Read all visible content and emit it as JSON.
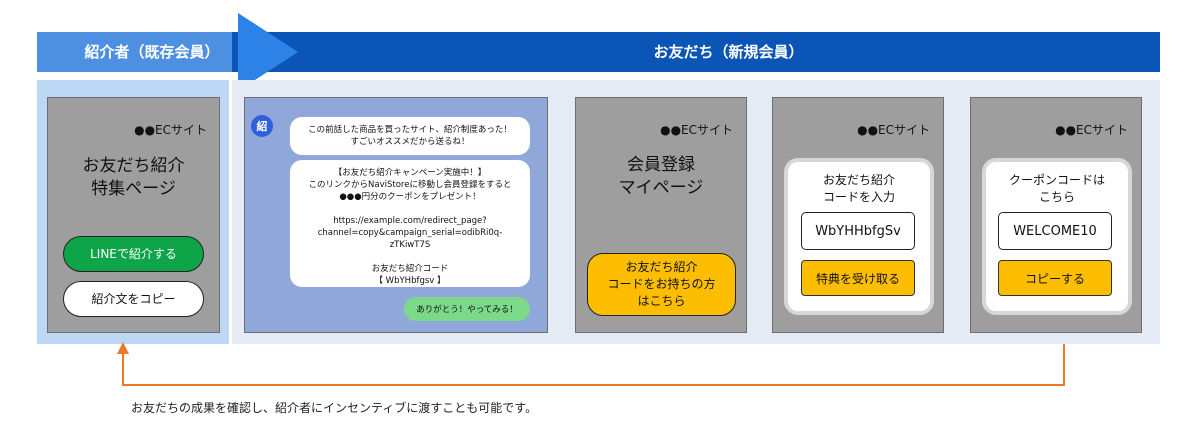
{
  "header": {
    "left_title": "紹介者（既存会員）",
    "right_title": "お友だち（新規会員）"
  },
  "referrer_screen": {
    "site_label": "●●ECサイト",
    "title": "お友だち紹介\n特集ページ",
    "line_button": "LINEで紹介する",
    "copy_button": "紹介文をコピー"
  },
  "chat_screen": {
    "avatar": "紹",
    "message1": "この前話した商品を買ったサイト、紹介制度あった！\nすごいオススメだから送るね！",
    "message2": "【お友だち紹介キャンペーン実施中！】\nこのリンクからNaviStoreに移動し会員登録をすると\n●●●円分のクーポンをプレゼント！\n\nhttps://example.com/redirect_page?\nchannel=copy&campaign_serial=odibRi0q-\nzTKiwT7S\n\nお友だち紹介コード\n【 WbYHbfgsv 】",
    "reply": "ありがとう！やってみる！"
  },
  "member_screen": {
    "site_label": "●●ECサイト",
    "title": "会員登録\nマイページ",
    "button": "お友だち紹介\nコードをお持ちの方\nはこちら"
  },
  "code_entry_screen": {
    "site_label": "●●ECサイト",
    "card_title": "お友だち紹介\nコードを入力",
    "code_value": "WbYHHbfgSv",
    "button": "特典を受け取る"
  },
  "coupon_screen": {
    "site_label": "●●ECサイト",
    "card_title": "クーポンコードは\nこちら",
    "coupon_code": "WELCOME10",
    "button": "コピーする"
  },
  "footer": {
    "note": "お友だちの成果を確認し、紹介者にインセンティブに渡すことも可能です。"
  },
  "colors": {
    "header_left": "#4d8fe0",
    "header_right": "#0a55b5",
    "panel_left": "#bcd8f4",
    "panel_right": "#e5ebf5",
    "screen_gray": "#9e9e9e",
    "line_green": "#0da548",
    "accent_yellow": "#fdbd00",
    "chat_blue": "#90a8d9",
    "arrow_orange": "#ea7a2a"
  }
}
